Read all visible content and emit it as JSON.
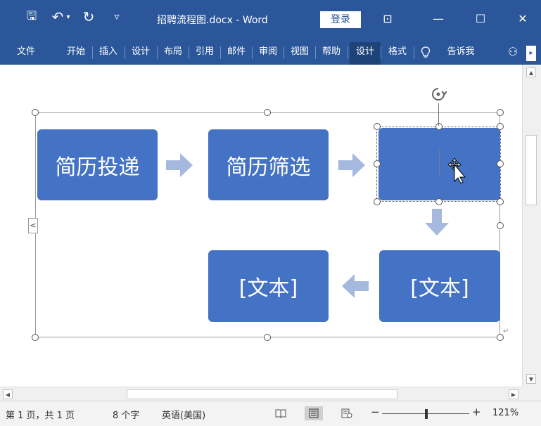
{
  "window": {
    "title": "招聘流程图.docx  -  Word",
    "login_label": "登录",
    "minimize_glyph": "—",
    "maximize_glyph": "☐",
    "close_glyph": "✕"
  },
  "quick_access": {
    "save_glyph": "🖫",
    "undo_glyph": "↶",
    "undo_dropdown_glyph": "▾",
    "redo_glyph": "↻",
    "customize_glyph": "▿",
    "ribbon_display_glyph": "⊡"
  },
  "ribbon": {
    "tabs": [
      {
        "label": "文件"
      },
      {
        "label": "开始"
      },
      {
        "label": "插入"
      },
      {
        "label": "设计"
      },
      {
        "label": "布局"
      },
      {
        "label": "引用"
      },
      {
        "label": "邮件"
      },
      {
        "label": "审阅"
      },
      {
        "label": "视图"
      },
      {
        "label": "帮助"
      },
      {
        "label": "设计"
      },
      {
        "label": "格式"
      }
    ],
    "tell_me": "告诉我",
    "share_glyph": "⚇",
    "more_glyph": "▸"
  },
  "smartart": {
    "boxes": [
      {
        "text": "简历投递"
      },
      {
        "text": "简历筛选"
      },
      {
        "text": ""
      },
      {
        "text": "[文本]"
      },
      {
        "text": "[文本]"
      }
    ],
    "box_color": "#4472c4",
    "arrow_color": "#a5b8de",
    "pane_toggle_glyph": "<"
  },
  "scrollbars": {
    "up_glyph": "▲",
    "down_glyph": "▼",
    "left_glyph": "◀",
    "right_glyph": "▶"
  },
  "status": {
    "page": "第 1 页，共 1 页",
    "words": "8 个字",
    "language": "英语(美国)",
    "zoom_minus": "−",
    "zoom_plus": "+",
    "zoom_level": "121%"
  },
  "colors": {
    "titlebar": "#2b579a",
    "canvas": "#ffffff"
  }
}
